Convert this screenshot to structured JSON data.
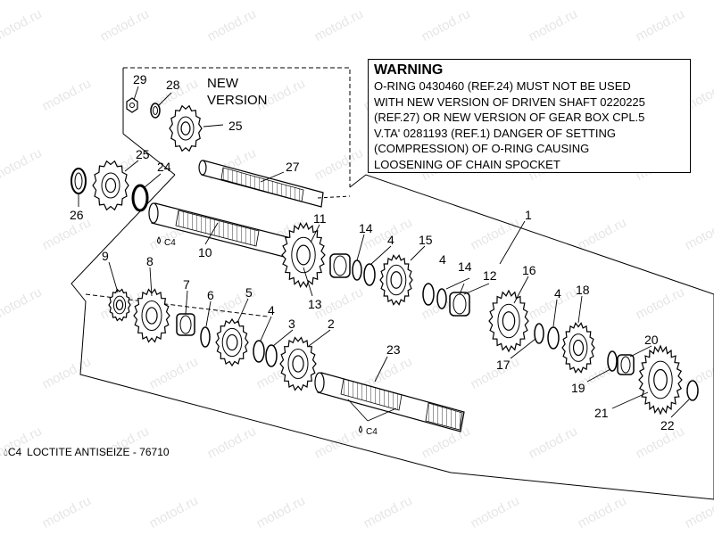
{
  "watermark_text": "motod.ru",
  "warning": {
    "title": "WARNING",
    "lines": [
      "O-RING 0430460 (REF.24) MUST NOT BE USED",
      "WITH NEW VERSION OF DRIVEN SHAFT 0220225",
      "(REF.27) OR NEW VERSION OF GEAR BOX CPL.5",
      "V.TA' 0281193 (REF.1) DANGER OF SETTING",
      "(COMPRESSION) OF O-RING CAUSING",
      "LOOSENING OF CHAIN SPOCKET"
    ]
  },
  "new_version": {
    "line1": "NEW",
    "line2": "VERSION"
  },
  "legend": {
    "symbol": "C4",
    "text": "LOCTITE ANTISEIZE - 76710"
  },
  "loctite_marks": [
    "C4",
    "C4"
  ],
  "callouts": [
    "29",
    "28",
    "25",
    "27",
    "25",
    "24",
    "26",
    "11",
    "14",
    "4",
    "15",
    "1",
    "10",
    "9",
    "8",
    "7",
    "6",
    "5",
    "13",
    "4",
    "14",
    "12",
    "16",
    "4",
    "18",
    "4",
    "3",
    "2",
    "23",
    "17",
    "20",
    "19",
    "21",
    "22"
  ],
  "colors": {
    "ink": "#000000",
    "watermark": "#e6e6e6",
    "paper": "#ffffff"
  }
}
